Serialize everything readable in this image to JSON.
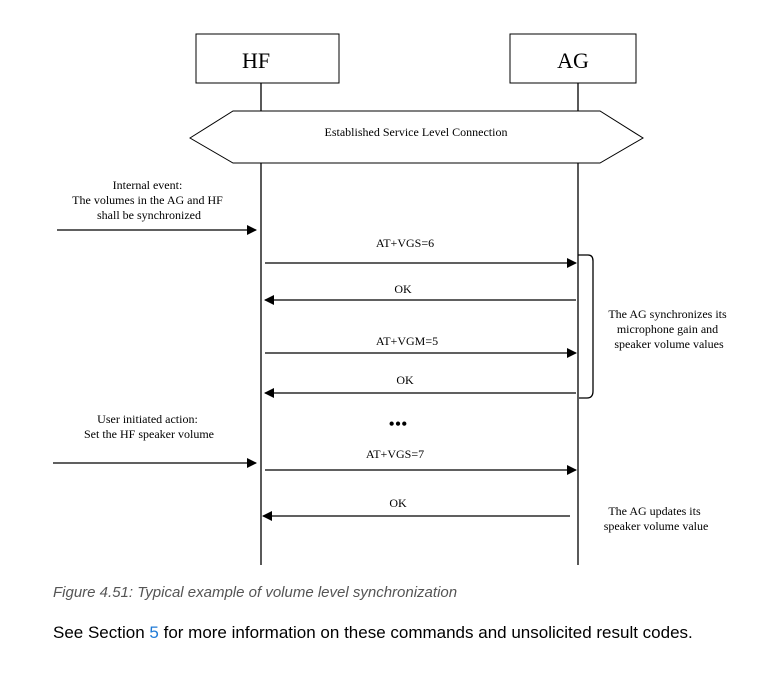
{
  "diagram": {
    "entities": {
      "left": "HF",
      "right": "AG"
    },
    "connection_label": "Established Service Level Connection",
    "internal_event": [
      "Internal event:",
      "The volumes in the AG and HF",
      "shall be synchronized"
    ],
    "messages": [
      {
        "label": "AT+VGS=6",
        "direction": "to-ag"
      },
      {
        "label": "OK",
        "direction": "to-hf"
      },
      {
        "label": "AT+VGM=5",
        "direction": "to-ag"
      },
      {
        "label": "OK",
        "direction": "to-hf"
      },
      {
        "label": "AT+VGS=7",
        "direction": "to-ag"
      },
      {
        "label": "OK",
        "direction": "to-hf"
      }
    ],
    "ellipsis": "•••",
    "sync_note": [
      "The AG synchronizes its",
      "microphone gain and",
      "speaker volume values"
    ],
    "user_action": [
      "User initiated action:",
      "Set the HF speaker volume"
    ],
    "update_note": [
      "The AG updates its",
      "speaker volume value"
    ]
  },
  "caption": "Figure 4.51: Typical example of volume level synchronization",
  "reference": {
    "before": "See Section ",
    "link": "5",
    "after": " for more information on these commands and unsolicited result codes."
  }
}
